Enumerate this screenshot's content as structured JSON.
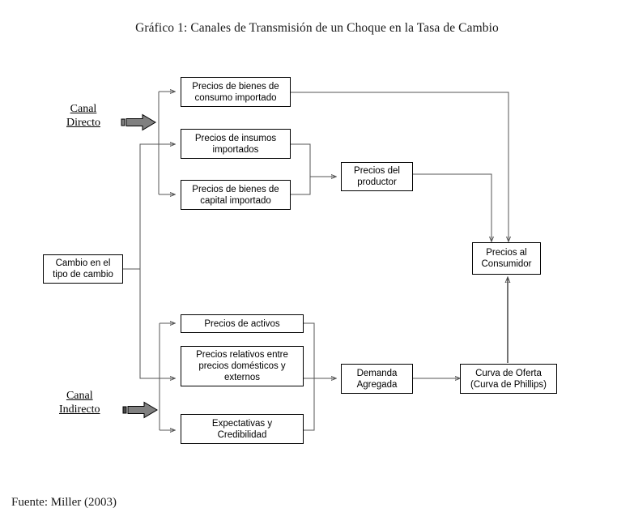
{
  "figure": {
    "title": "Gráfico 1: Canales de Transmisión de un Choque en la Tasa de Cambio",
    "source": "Fuente: Miller (2003)"
  },
  "channels": {
    "direct": {
      "line1": "Canal",
      "line2": "Directo",
      "arrow_icon": "block-arrow-right-icon"
    },
    "indirect": {
      "line1": "Canal",
      "line2": "Indirecto",
      "arrow_icon": "block-arrow-right-icon"
    }
  },
  "nodes": {
    "shock": {
      "line1": "Cambio en el",
      "line2": "tipo de cambio"
    },
    "consumo_importado": {
      "line1": "Precios de bienes de",
      "line2": "consumo importado"
    },
    "insumos_importados": {
      "line1": "Precios de insumos",
      "line2": "importados"
    },
    "capital_importado": {
      "line1": "Precios de bienes de",
      "line2": "capital importado"
    },
    "precios_productor": {
      "line1": "Precios del",
      "line2": "productor"
    },
    "precios_consumidor": {
      "line1": "Precios al",
      "line2": "Consumidor"
    },
    "precios_activos": {
      "line1": "Precios de activos",
      "line2": ""
    },
    "precios_relativos": {
      "line1": "Precios relativos entre",
      "line2": "precios domésticos y",
      "line3": "externos"
    },
    "expectativas": {
      "line1": "Expectativas y",
      "line2": "Credibilidad"
    },
    "demanda_agregada": {
      "line1": "Demanda",
      "line2": "Agregada"
    },
    "curva_oferta": {
      "line1": "Curva de Oferta",
      "line2": "(Curva de Phillips)"
    }
  },
  "colors": {
    "wire": "#555555",
    "box_border": "#000000",
    "background": "#ffffff",
    "big_arrow_fill": "#808080",
    "big_arrow_stroke": "#000000"
  }
}
